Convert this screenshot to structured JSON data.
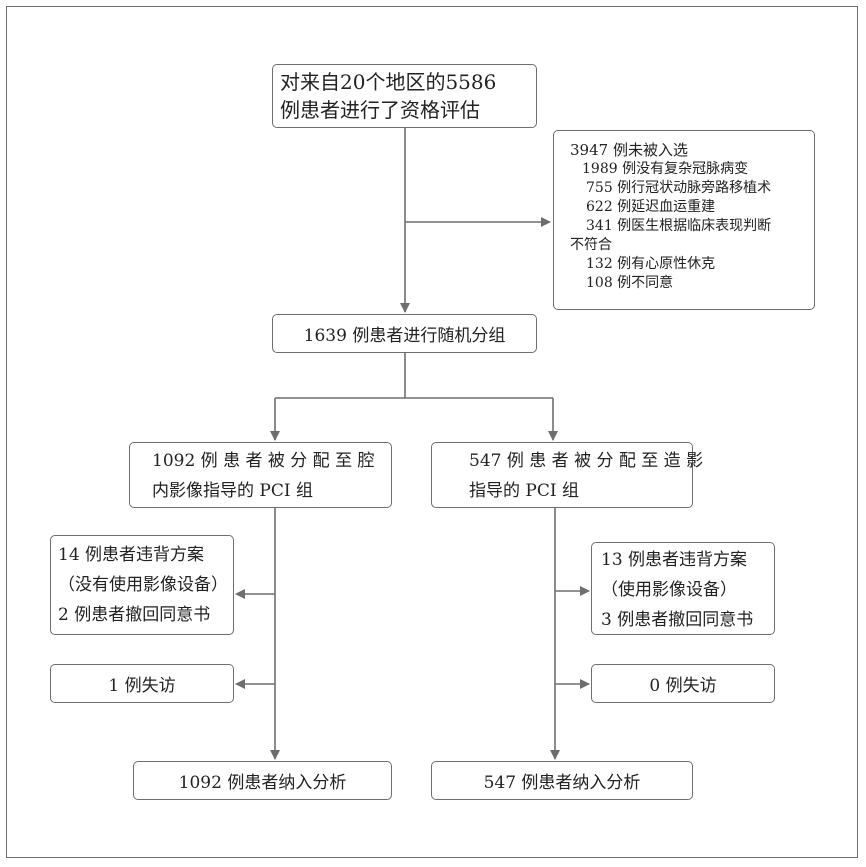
{
  "flowchart": {
    "assessment": {
      "line1": "对来自20个地区的5586",
      "line2": "例患者进行了资格评估"
    },
    "excluded": {
      "title": "3947 例未被入选",
      "reasons": [
        "1989 例没有复杂冠脉病变",
        "755 例行冠状动脉旁路移植术",
        "622 例延迟血运重建",
        "341 例医生根据临床表现判断",
        "不符合",
        "132 例有心原性休克",
        "108 例不同意"
      ]
    },
    "randomized": "1639 例患者进行随机分组",
    "ivus_group": {
      "line1": "1092 例 患 者 被 分 配 至 腔",
      "line2": "内影像指导的 PCI 组"
    },
    "angio_group": {
      "line1": "547 例 患 者 被 分 配 至 造 影",
      "line2": "指导的 PCI 组"
    },
    "ivus_deviation": {
      "line1": "14 例患者违背方案",
      "line2": "（没有使用影像设备）",
      "line3": "2 例患者撤回同意书"
    },
    "angio_deviation": {
      "line1": "13 例患者违背方案",
      "line2": "（使用影像设备）",
      "line3": "3 例患者撤回同意书"
    },
    "ivus_lost": "1 例失访",
    "angio_lost": "0 例失访",
    "ivus_analyzed": "1092 例患者纳入分析",
    "angio_analyzed": "547 例患者纳入分析"
  },
  "colors": {
    "line": "#6e6e6e",
    "border": "#6e6e6e",
    "text": "#222222"
  }
}
